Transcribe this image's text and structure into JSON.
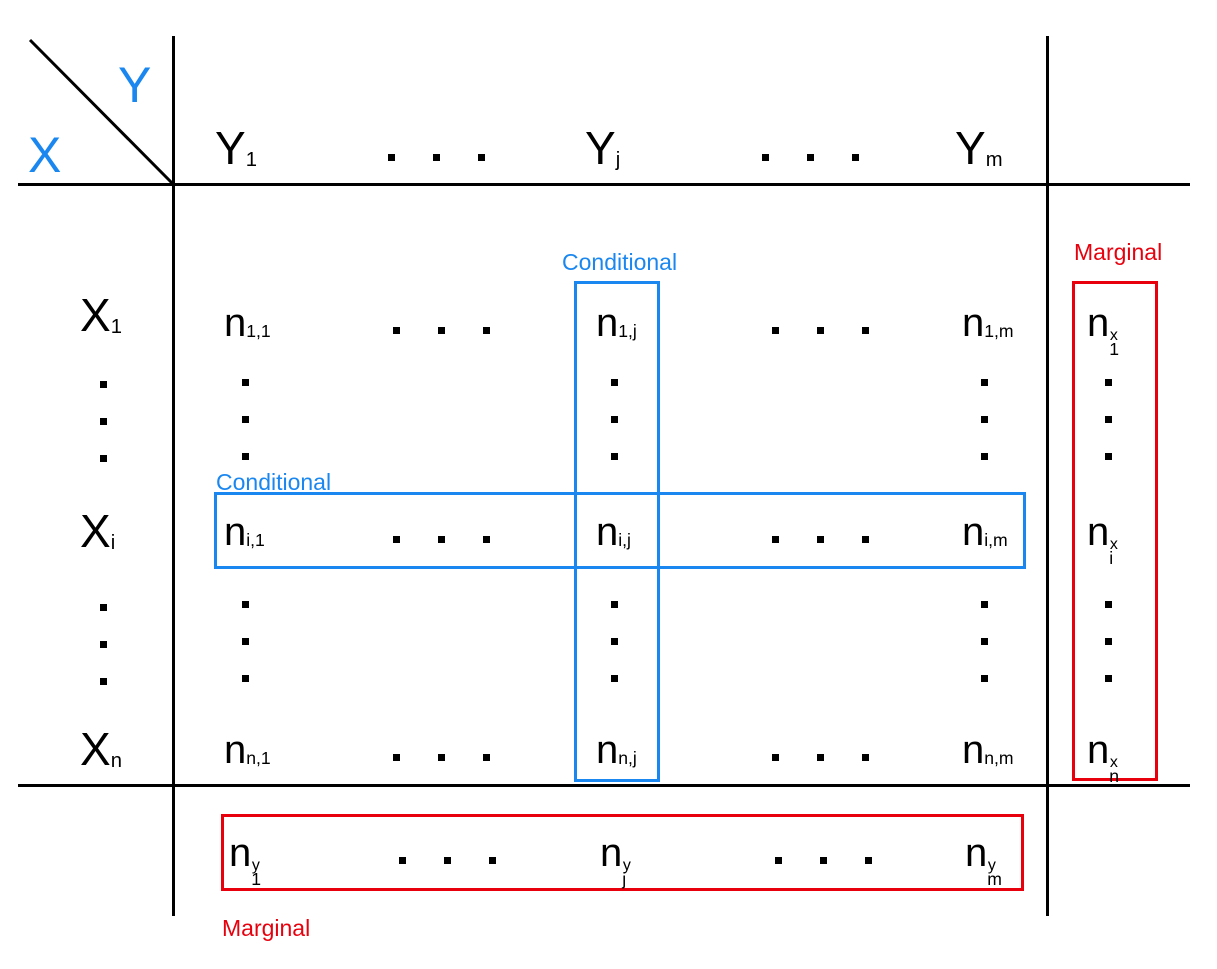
{
  "figure": {
    "type": "contingency-table-diagram",
    "axis_labels": {
      "row_variable": "X",
      "column_variable": "Y"
    },
    "colors": {
      "highlight_conditional": "#1a87f0",
      "highlight_marginal": "#e8000d",
      "rule": "#000000"
    }
  },
  "column_headers": [
    {
      "id": "y1",
      "text": "Y",
      "sub": "1"
    },
    {
      "id": "ydots1",
      "text": "..."
    },
    {
      "id": "yj",
      "text": "Y",
      "sub": "j"
    },
    {
      "id": "ydots2",
      "text": "..."
    },
    {
      "id": "ym",
      "text": "Y",
      "sub": "m"
    }
  ],
  "row_headers": [
    {
      "id": "x1",
      "text": "X",
      "sub": "1"
    },
    {
      "id": "xdots1",
      "text": "..."
    },
    {
      "id": "xi",
      "text": "X",
      "sub": "i"
    },
    {
      "id": "xdots2",
      "text": "..."
    },
    {
      "id": "xn",
      "text": "X",
      "sub": "n"
    }
  ],
  "cells": {
    "r1c1": {
      "base": "n",
      "sub": "1,1"
    },
    "r1cj": {
      "base": "n",
      "sub": "1,j"
    },
    "r1cm": {
      "base": "n",
      "sub": "1,m"
    },
    "ric1": {
      "base": "n",
      "sub": "i,1"
    },
    "ricj": {
      "base": "n",
      "sub": "i,j"
    },
    "ricm": {
      "base": "n",
      "sub": "i,m"
    },
    "rnc1": {
      "base": "n",
      "sub": "n,1"
    },
    "rncj": {
      "base": "n",
      "sub": "n,j"
    },
    "rncm": {
      "base": "n",
      "sub": "n,m"
    }
  },
  "marginal_column": {
    "label": "Marginal",
    "cells": [
      {
        "id": "mx1",
        "base": "n",
        "sub": "1",
        "sup": "x"
      },
      {
        "id": "mxi",
        "base": "n",
        "sub": "i",
        "sup": "x"
      },
      {
        "id": "mxn",
        "base": "n",
        "sub": "n",
        "sup": "x"
      }
    ]
  },
  "marginal_row": {
    "label": "Marginal",
    "cells": [
      {
        "id": "my1",
        "base": "n",
        "sub": "1",
        "sup": "y"
      },
      {
        "id": "myj",
        "base": "n",
        "sub": "j",
        "sup": "y"
      },
      {
        "id": "mym",
        "base": "n",
        "sub": "m",
        "sup": "y"
      }
    ]
  },
  "conditional_column": {
    "label": "Conditional"
  },
  "conditional_row": {
    "label": "Conditional"
  }
}
